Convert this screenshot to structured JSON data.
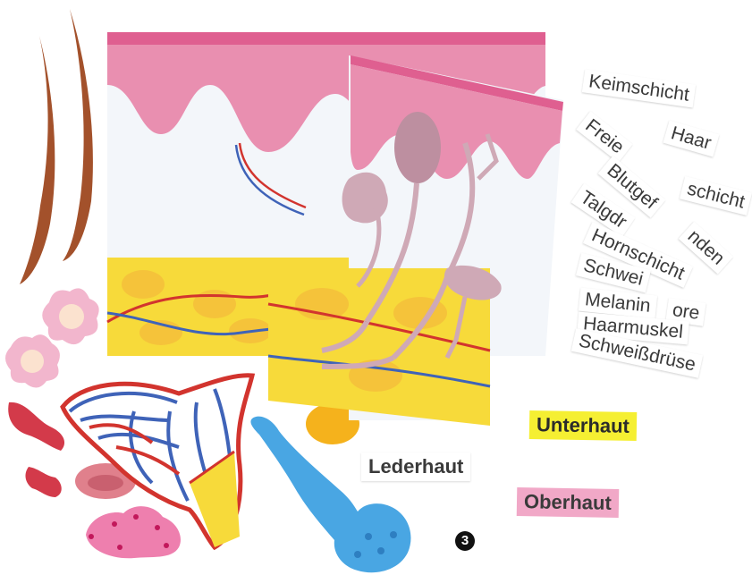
{
  "labels": {
    "keimschicht": "Keimschicht",
    "haar": "Haar",
    "frag_1": "Freie",
    "frag_2": "schicht",
    "frag_3": "Blutgef",
    "frag_4": "nden",
    "frag_5": "Talgdr",
    "frag_6": "Hornschicht",
    "frag_7": "Schwei",
    "melanin": "Melanin",
    "frag_8": "ore",
    "haarmuskel": "Haarmuskel",
    "schweissdruese": "Schweißdrüse",
    "unterhaut": "Unterhaut",
    "lederhaut": "Lederhaut",
    "oberhaut": "Oberhaut"
  },
  "step_number": "3",
  "colors": {
    "epidermis_pink": "#e98fb0",
    "dermis_white": "#f3f6fa",
    "fat_yellow": "#f7da3a",
    "hair_brown": "#a3512b",
    "vessel_red": "#d2342e",
    "vessel_blue": "#3f63b8",
    "gland_blue": "#49a6e3",
    "unterhaut_bg": "#f5ef32",
    "oberhaut_bg": "#f1a8c7"
  }
}
